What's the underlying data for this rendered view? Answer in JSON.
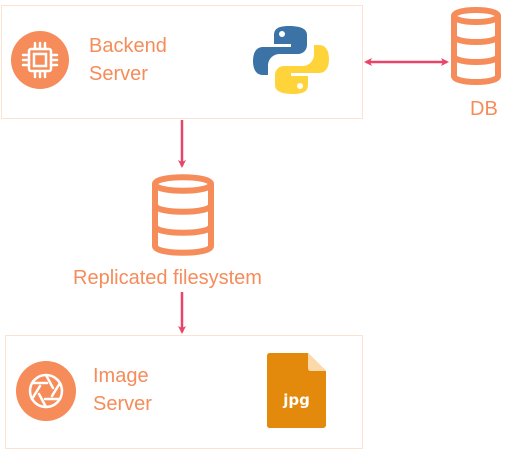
{
  "backend": {
    "line1": "Backend",
    "line2": "Server"
  },
  "db": {
    "label": "DB"
  },
  "replicated": {
    "label": "Replicated filesystem"
  },
  "image": {
    "line1": "Image",
    "line2": "Server"
  },
  "jpg": {
    "label": "jpg"
  },
  "icons": {
    "backend": "cpu-chip-icon",
    "python": "python-logo-icon",
    "db": "database-icon",
    "replicated": "database-icon",
    "image": "camera-shutter-icon",
    "jpg": "jpg-file-icon"
  },
  "colors": {
    "accent": "#f58c5a",
    "arrow": "#e8456a",
    "box_border": "#fde2d2",
    "jpg_file": "#e38a0c",
    "python_blue": "#3b73a6",
    "python_yellow": "#ffd43b"
  }
}
